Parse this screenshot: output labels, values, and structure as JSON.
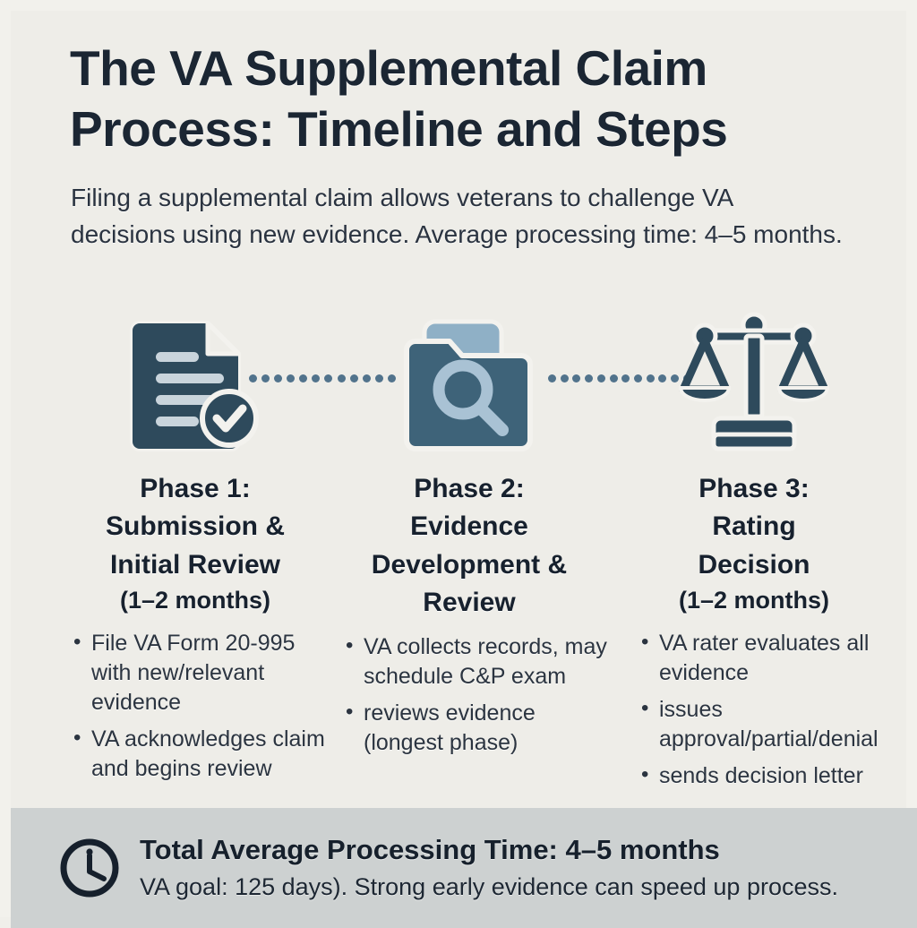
{
  "theme": {
    "background": "#eeede8",
    "footer_band": "#cdd1d1",
    "ink_dark": "#17212e",
    "icon_dark": "#2e4a5c",
    "icon_mid": "#4a6f8a",
    "icon_light": "#a9c2d4",
    "connector_dot": "#51738c"
  },
  "header": {
    "title_line1": "The VA Supplemental Claim",
    "title_line2": "Process: Timeline and Steps",
    "subtitle": "Filing a supplemental claim allows veterans to challenge VA decisions using new evidence. Average processing time: 4–5 months."
  },
  "phases": [
    {
      "icon": "document-check-icon",
      "title": "Phase 1:\nSubmission &\nInitial Review",
      "title_line1": "Phase 1:",
      "title_line2": "Submission &",
      "title_line3": "Initial Review",
      "duration": "(1–2 months)",
      "bullets": [
        "File VA Form 20-995 with new/relevant evidence",
        "VA acknowledges claim and begins review"
      ]
    },
    {
      "icon": "folder-search-icon",
      "title_line1": "Phase 2:",
      "title_line2": "Evidence",
      "title_line3": "Development &",
      "title_line4": "Review",
      "duration": "",
      "bullets": [
        "VA collects records, may schedule C&P exam",
        "reviews evidence (longest phase)"
      ]
    },
    {
      "icon": "balance-scales-icon",
      "title_line1": "Phase 3:",
      "title_line2": "Rating",
      "title_line3": "Decision",
      "duration": "(1–2 months)",
      "bullets": [
        "VA rater evaluates all evidence",
        "issues approval/partial/denial",
        "sends decision letter"
      ]
    }
  ],
  "connectors": {
    "dot_count": 12
  },
  "footer": {
    "icon": "clock-icon",
    "heading": "Total Average Processing Time: 4–5 months",
    "subtext": "VA goal: 125 days). Strong early evidence can speed up process."
  }
}
